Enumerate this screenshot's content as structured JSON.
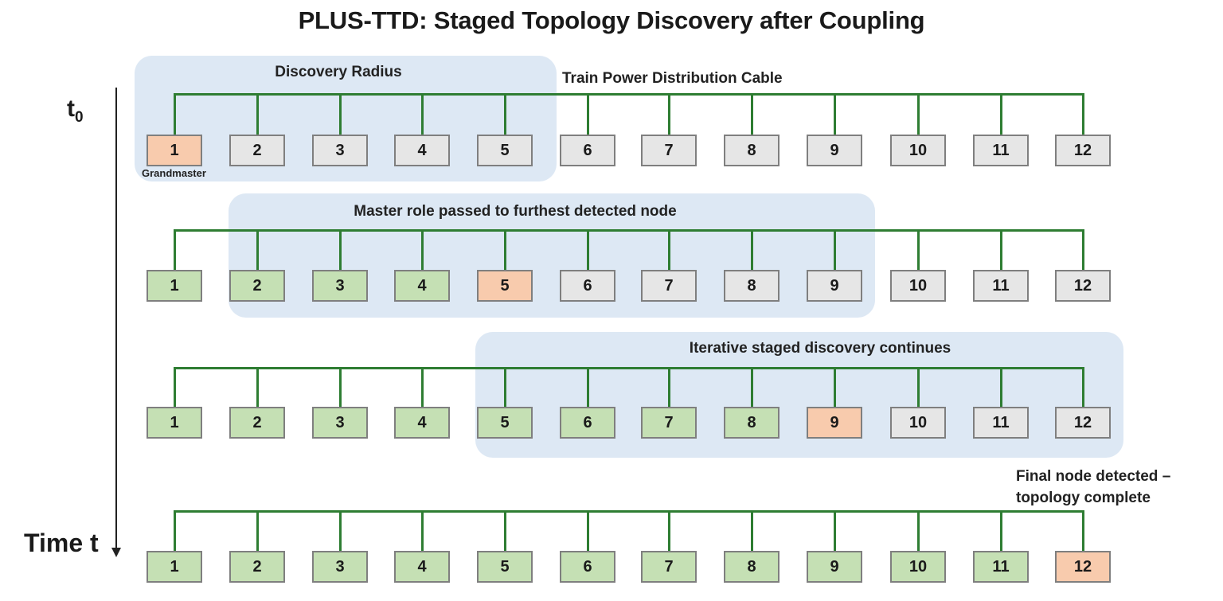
{
  "title": "PLUS-TTD: Staged Topology Discovery after Coupling",
  "time_axis": {
    "start_label": "t",
    "start_subscript": "0",
    "end_label": "Time t"
  },
  "cable_label": "Train Power Distribution Cable",
  "grandmaster_label": "Grandmaster",
  "final_annotation": [
    "Final node detected –",
    "topology complete"
  ],
  "colors": {
    "pending": "#e6e6e6",
    "detected": "#c5e0b4",
    "master": "#f8cbad",
    "region": "#dde8f4",
    "cable": "#2e7d32"
  },
  "stages": [
    {
      "region_label": "Discovery Radius",
      "region_nodes": [
        1,
        5
      ],
      "nodes": [
        {
          "id": "1",
          "state": "master"
        },
        {
          "id": "2",
          "state": "pending"
        },
        {
          "id": "3",
          "state": "pending"
        },
        {
          "id": "4",
          "state": "pending"
        },
        {
          "id": "5",
          "state": "pending"
        },
        {
          "id": "6",
          "state": "pending"
        },
        {
          "id": "7",
          "state": "pending"
        },
        {
          "id": "8",
          "state": "pending"
        },
        {
          "id": "9",
          "state": "pending"
        },
        {
          "id": "10",
          "state": "pending"
        },
        {
          "id": "11",
          "state": "pending"
        },
        {
          "id": "12",
          "state": "pending"
        }
      ]
    },
    {
      "region_label": "Master role passed to furthest detected node",
      "region_nodes": [
        2,
        9
      ],
      "nodes": [
        {
          "id": "1",
          "state": "detected"
        },
        {
          "id": "2",
          "state": "detected"
        },
        {
          "id": "3",
          "state": "detected"
        },
        {
          "id": "4",
          "state": "detected"
        },
        {
          "id": "5",
          "state": "master"
        },
        {
          "id": "6",
          "state": "pending"
        },
        {
          "id": "7",
          "state": "pending"
        },
        {
          "id": "8",
          "state": "pending"
        },
        {
          "id": "9",
          "state": "pending"
        },
        {
          "id": "10",
          "state": "pending"
        },
        {
          "id": "11",
          "state": "pending"
        },
        {
          "id": "12",
          "state": "pending"
        }
      ]
    },
    {
      "region_label": "Iterative staged discovery continues",
      "region_nodes": [
        5,
        12
      ],
      "nodes": [
        {
          "id": "1",
          "state": "detected"
        },
        {
          "id": "2",
          "state": "detected"
        },
        {
          "id": "3",
          "state": "detected"
        },
        {
          "id": "4",
          "state": "detected"
        },
        {
          "id": "5",
          "state": "detected"
        },
        {
          "id": "6",
          "state": "detected"
        },
        {
          "id": "7",
          "state": "detected"
        },
        {
          "id": "8",
          "state": "detected"
        },
        {
          "id": "9",
          "state": "master"
        },
        {
          "id": "10",
          "state": "pending"
        },
        {
          "id": "11",
          "state": "pending"
        },
        {
          "id": "12",
          "state": "pending"
        }
      ]
    },
    {
      "region_label": "",
      "region_nodes": null,
      "nodes": [
        {
          "id": "1",
          "state": "detected"
        },
        {
          "id": "2",
          "state": "detected"
        },
        {
          "id": "3",
          "state": "detected"
        },
        {
          "id": "4",
          "state": "detected"
        },
        {
          "id": "5",
          "state": "detected"
        },
        {
          "id": "6",
          "state": "detected"
        },
        {
          "id": "7",
          "state": "detected"
        },
        {
          "id": "8",
          "state": "detected"
        },
        {
          "id": "9",
          "state": "detected"
        },
        {
          "id": "10",
          "state": "detected"
        },
        {
          "id": "11",
          "state": "detected"
        },
        {
          "id": "12",
          "state": "master"
        }
      ]
    }
  ]
}
